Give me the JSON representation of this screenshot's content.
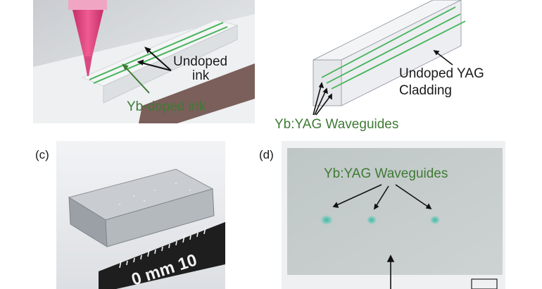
{
  "figure": {
    "colors": {
      "green_label": "#3f7a35",
      "dark_label": "#1a1a1a",
      "waveguide_green": "#45b35a",
      "nozzle_pink": "#e0417d",
      "waveguide_spot": "#3fb7a3"
    },
    "panel_a": {
      "label_undoped_1": "Undoped",
      "label_undoped_2": "ink",
      "label_yb_ink": "Yb-doped ink",
      "icons": [
        "syringe-nozzle"
      ]
    },
    "panel_b": {
      "label_cladding_1": "Undoped YAG",
      "label_cladding_2": "Cladding",
      "label_waveguides": "Yb:YAG Waveguides"
    },
    "panel_c": {
      "tag": "(c)",
      "ruler_text": "0 mm 10"
    },
    "panel_d": {
      "tag": "(d)",
      "label_waveguides": "Yb:YAG Waveguides"
    }
  }
}
